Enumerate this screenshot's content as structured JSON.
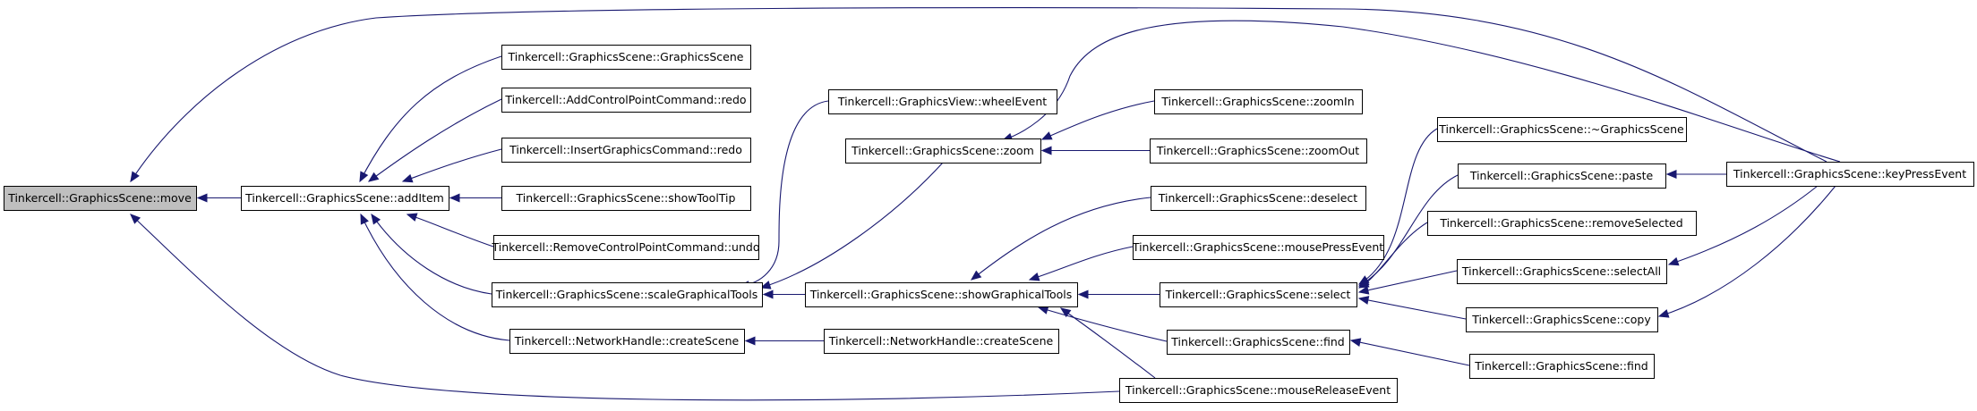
{
  "diagram": {
    "type": "call-graph",
    "colors": {
      "edge": "#191970",
      "node_border": "#000000",
      "node_fill": "#ffffff",
      "root_fill": "#bfbfbf"
    },
    "nodes": [
      {
        "id": "move",
        "label": "Tinkercell::GraphicsScene::move",
        "root": true
      },
      {
        "id": "addItem",
        "label": "Tinkercell::GraphicsScene::addItem"
      },
      {
        "id": "gsCtor",
        "label": "Tinkercell::GraphicsScene::GraphicsScene"
      },
      {
        "id": "addCP",
        "label": "Tinkercell::AddControlPointCommand::redo"
      },
      {
        "id": "insertGC",
        "label": "Tinkercell::InsertGraphicsCommand::redo"
      },
      {
        "id": "showToolTip",
        "label": "Tinkercell::GraphicsScene::showToolTip"
      },
      {
        "id": "removeCP",
        "label": "Tinkercell::RemoveControlPointCommand::undo"
      },
      {
        "id": "scaleGT",
        "label": "Tinkercell::GraphicsScene::scaleGraphicalTools"
      },
      {
        "id": "nhCreate1",
        "label": "Tinkercell::NetworkHandle::createScene"
      },
      {
        "id": "wheel",
        "label": "Tinkercell::GraphicsView::wheelEvent"
      },
      {
        "id": "zoom",
        "label": "Tinkercell::GraphicsScene::zoom"
      },
      {
        "id": "showGT",
        "label": "Tinkercell::GraphicsScene::showGraphicalTools"
      },
      {
        "id": "nhCreate2",
        "label": "Tinkercell::NetworkHandle::createScene"
      },
      {
        "id": "zoomIn",
        "label": "Tinkercell::GraphicsScene::zoomIn"
      },
      {
        "id": "zoomOut",
        "label": "Tinkercell::GraphicsScene::zoomOut"
      },
      {
        "id": "deselect",
        "label": "Tinkercell::GraphicsScene::deselect"
      },
      {
        "id": "mousePress",
        "label": "Tinkercell::GraphicsScene::mousePressEvent"
      },
      {
        "id": "select",
        "label": "Tinkercell::GraphicsScene::select"
      },
      {
        "id": "find1",
        "label": "Tinkercell::GraphicsScene::find"
      },
      {
        "id": "mouseRelease",
        "label": "Tinkercell::GraphicsScene::mouseReleaseEvent"
      },
      {
        "id": "dtor",
        "label": "Tinkercell::GraphicsScene::~GraphicsScene"
      },
      {
        "id": "paste",
        "label": "Tinkercell::GraphicsScene::paste"
      },
      {
        "id": "removeSel",
        "label": "Tinkercell::GraphicsScene::removeSelected"
      },
      {
        "id": "selectAll",
        "label": "Tinkercell::GraphicsScene::selectAll"
      },
      {
        "id": "copy",
        "label": "Tinkercell::GraphicsScene::copy"
      },
      {
        "id": "find2",
        "label": "Tinkercell::GraphicsScene::find"
      },
      {
        "id": "keyPress",
        "label": "Tinkercell::GraphicsScene::keyPressEvent"
      }
    ],
    "edges": [
      {
        "from": "addItem",
        "to": "move"
      },
      {
        "from": "keyPress",
        "to": "move"
      },
      {
        "from": "mouseRelease",
        "to": "move"
      },
      {
        "from": "gsCtor",
        "to": "addItem"
      },
      {
        "from": "addCP",
        "to": "addItem"
      },
      {
        "from": "insertGC",
        "to": "addItem"
      },
      {
        "from": "showToolTip",
        "to": "addItem"
      },
      {
        "from": "removeCP",
        "to": "addItem"
      },
      {
        "from": "scaleGT",
        "to": "addItem"
      },
      {
        "from": "nhCreate1",
        "to": "addItem"
      },
      {
        "from": "wheel",
        "to": "scaleGT"
      },
      {
        "from": "zoom",
        "to": "scaleGT"
      },
      {
        "from": "showGT",
        "to": "scaleGT"
      },
      {
        "from": "nhCreate2",
        "to": "nhCreate1"
      },
      {
        "from": "zoomIn",
        "to": "zoom"
      },
      {
        "from": "zoomOut",
        "to": "zoom"
      },
      {
        "from": "keyPress",
        "to": "zoom"
      },
      {
        "from": "deselect",
        "to": "showGT"
      },
      {
        "from": "mousePress",
        "to": "showGT"
      },
      {
        "from": "select",
        "to": "showGT"
      },
      {
        "from": "find1",
        "to": "showGT"
      },
      {
        "from": "mouseRelease",
        "to": "showGT"
      },
      {
        "from": "dtor",
        "to": "select"
      },
      {
        "from": "paste",
        "to": "select"
      },
      {
        "from": "removeSel",
        "to": "select"
      },
      {
        "from": "selectAll",
        "to": "select"
      },
      {
        "from": "copy",
        "to": "select"
      },
      {
        "from": "keyPress",
        "to": "paste"
      },
      {
        "from": "keyPress",
        "to": "selectAll"
      },
      {
        "from": "keyPress",
        "to": "copy"
      },
      {
        "from": "find2",
        "to": "find1"
      }
    ]
  }
}
